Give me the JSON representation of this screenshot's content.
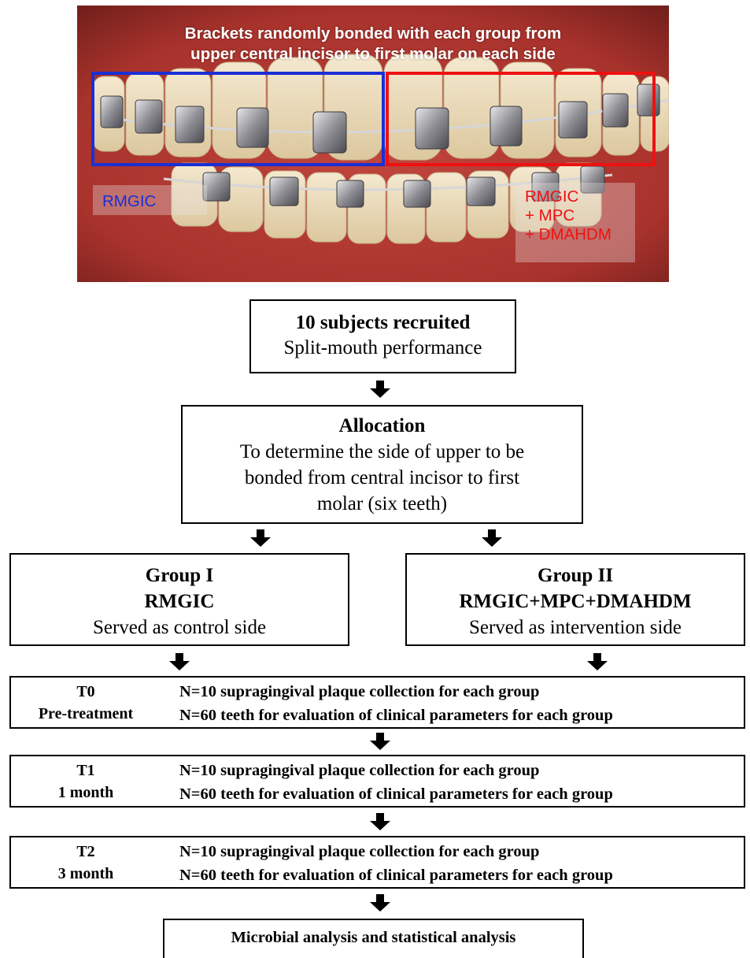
{
  "photo": {
    "caption_line1": "Brackets randomly bonded with each group from",
    "caption_line2": "upper central incisor to first molar on each side",
    "left_label": "RMGIC",
    "right_label_lines": [
      "RMGIC",
      "+ MPC",
      "+ DMAHDM"
    ],
    "colors": {
      "left_group": "#1a2fd6",
      "right_group": "#ee1111",
      "gums": "#a8322c"
    }
  },
  "recruit": {
    "title": "10 subjects recruited",
    "subtitle": "Split-mouth performance"
  },
  "allocation": {
    "title": "Allocation",
    "lines": [
      "To determine the side of upper to be",
      "bonded from central incisor to first",
      "molar (six teeth)"
    ]
  },
  "group1": {
    "title": "Group I",
    "material": "RMGIC",
    "role": "Served as control side"
  },
  "group2": {
    "title": "Group II",
    "material": "RMGIC+MPC+DMAHDM",
    "role": "Served as intervention side"
  },
  "timepoints": [
    {
      "code": "T0",
      "label": "Pre-treatment",
      "line1": "N=10 supragingival plaque collection for each group",
      "line2": "N=60 teeth for evaluation of clinical parameters for each group"
    },
    {
      "code": "T1",
      "label": "1 month",
      "line1": "N=10 supragingival plaque collection for each group",
      "line2": "N=60 teeth for evaluation of clinical parameters for each group"
    },
    {
      "code": "T2",
      "label": "3 month",
      "line1": "N=10 supragingival plaque collection for each group",
      "line2": "N=60 teeth for evaluation of clinical parameters for each group"
    }
  ],
  "final": {
    "text": "Microbial analysis and statistical analysis"
  }
}
